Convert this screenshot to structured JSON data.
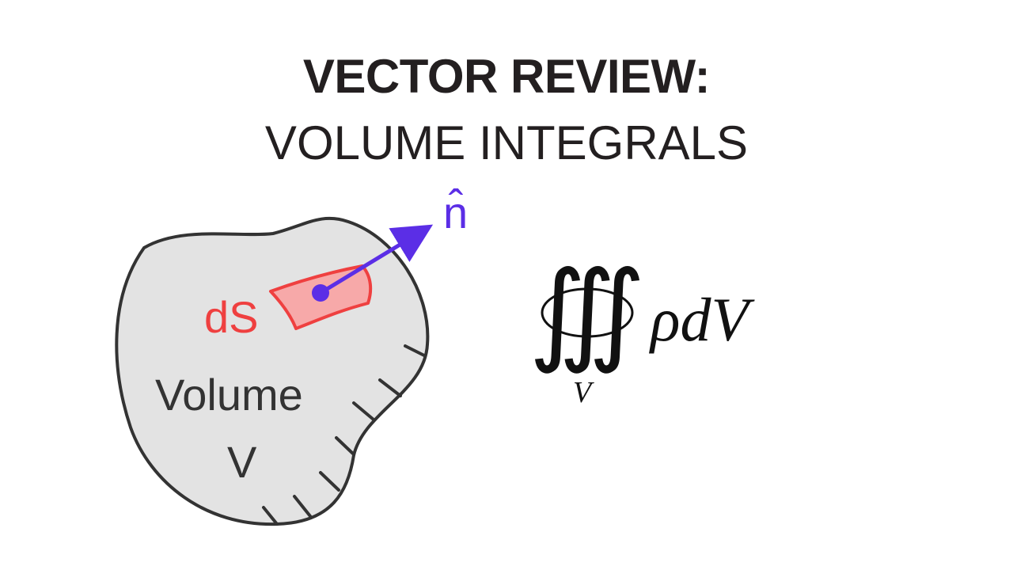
{
  "title": {
    "line1": "VECTOR REVIEW:",
    "line2": "VOLUME INTEGRALS"
  },
  "diagram": {
    "surface_element_label": "dS",
    "normal_label": "n̂",
    "volume_label_line1": "Volume",
    "volume_label_line2": "V"
  },
  "formula": {
    "integral_symbol": "∭",
    "integrand": "ρdV",
    "subscript": "V"
  },
  "colors": {
    "title": "#231f20",
    "outline": "#333333",
    "volume_fill": "#e3e3e3",
    "surface_element": "#ef4040",
    "surface_fill": "#f7a9a9",
    "normal_vector": "#5b2ee6",
    "text": "#333333",
    "formula": "#111111"
  },
  "icons": {
    "volume_region": "closed-blob-shape",
    "surface_patch": "curved-patch-shape",
    "normal_vector": "arrow-icon"
  }
}
